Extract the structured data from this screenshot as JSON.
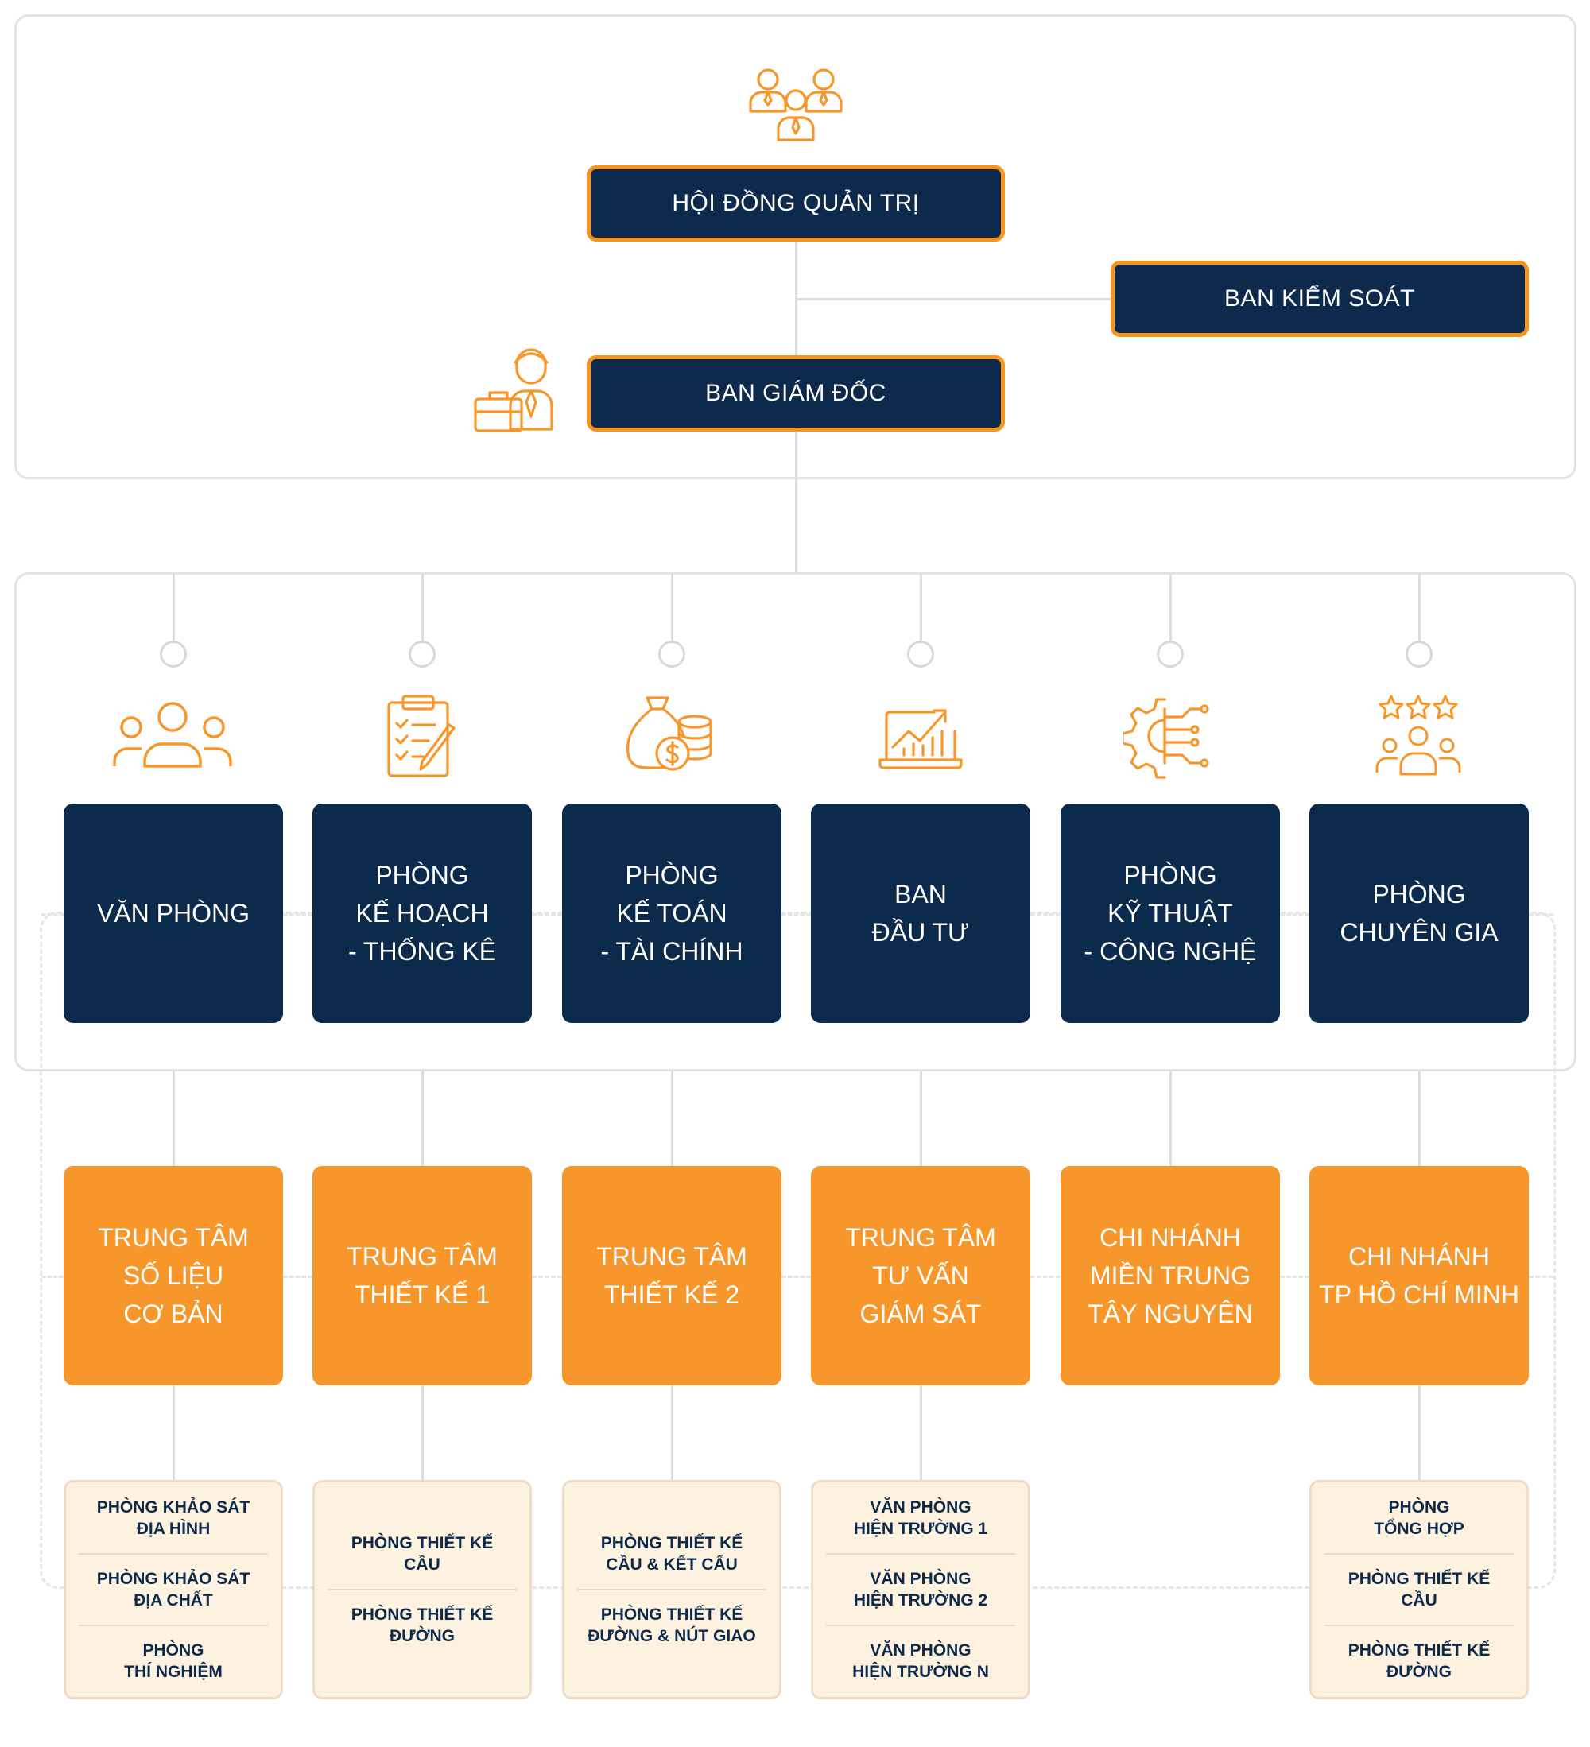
{
  "top": {
    "board": "HỘI ĐỒNG QUẢN TRỊ",
    "supervisory": "BAN KIỂM SOÁT",
    "directors": "BAN GIÁM ĐỐC"
  },
  "departments": [
    {
      "label": "VĂN PHÒNG",
      "icon": "people-group-icon"
    },
    {
      "label": "PHÒNG\nKẾ HOẠCH\n- THỐNG KÊ",
      "icon": "clipboard-checklist-icon"
    },
    {
      "label": "PHÒNG\nKẾ TOÁN\n- TÀI CHÍNH",
      "icon": "money-bag-coins-icon"
    },
    {
      "label": "BAN\nĐẦU TƯ",
      "icon": "growth-chart-laptop-icon"
    },
    {
      "label": "PHÒNG\nKỸ THUẬT\n- CÔNG NGHỆ",
      "icon": "gear-circuit-icon"
    },
    {
      "label": "PHÒNG\nCHUYÊN GIA",
      "icon": "expert-team-stars-icon"
    }
  ],
  "centers": [
    {
      "label": "TRUNG TÂM\nSỐ LIỆU\nCƠ BẢN"
    },
    {
      "label": "TRUNG TÂM\nTHIẾT KẾ 1"
    },
    {
      "label": "TRUNG TÂM\nTHIẾT KẾ 2"
    },
    {
      "label": "TRUNG TÂM\nTƯ VẤN\nGIÁM SÁT"
    },
    {
      "label": "CHI NHÁNH\nMIỀN TRUNG\nTÂY NGUYÊN"
    },
    {
      "label": "CHI NHÁNH\nTP HỒ CHÍ MINH"
    }
  ],
  "sub_units": [
    {
      "items": [
        "PHÒNG KHẢO SÁT\nĐỊA HÌNH",
        "PHÒNG KHẢO SÁT\nĐỊA CHẤT",
        "PHÒNG\nTHÍ NGHIỆM"
      ]
    },
    {
      "items": [
        "PHÒNG THIẾT KẾ\nCẦU",
        "PHÒNG THIẾT KẾ\nĐƯỜNG"
      ]
    },
    {
      "items": [
        "PHÒNG THIẾT KẾ\nCẦU & KẾT CẤU",
        "PHÒNG THIẾT KẾ\nĐƯỜNG & NÚT GIAO"
      ]
    },
    {
      "items": [
        "VĂN PHÒNG\nHIỆN TRƯỜNG 1",
        "VĂN PHÒNG\nHIỆN TRƯỜNG 2",
        "VĂN PHÒNG\nHIỆN TRƯỜNG N"
      ]
    },
    {
      "items": []
    },
    {
      "items": [
        "PHÒNG\nTỔNG HỢP",
        "PHÒNG THIẾT KẾ\nCẦU",
        "PHÒNG THIẾT KẾ\nĐƯỜNG"
      ]
    }
  ],
  "icons": {
    "board": "board-members-icon",
    "directors": "businessman-briefcase-icon"
  },
  "colors": {
    "navy": "#0b2a4c",
    "orange": "#f7962a",
    "cream": "#fdf1e0",
    "line": "#dedede"
  }
}
